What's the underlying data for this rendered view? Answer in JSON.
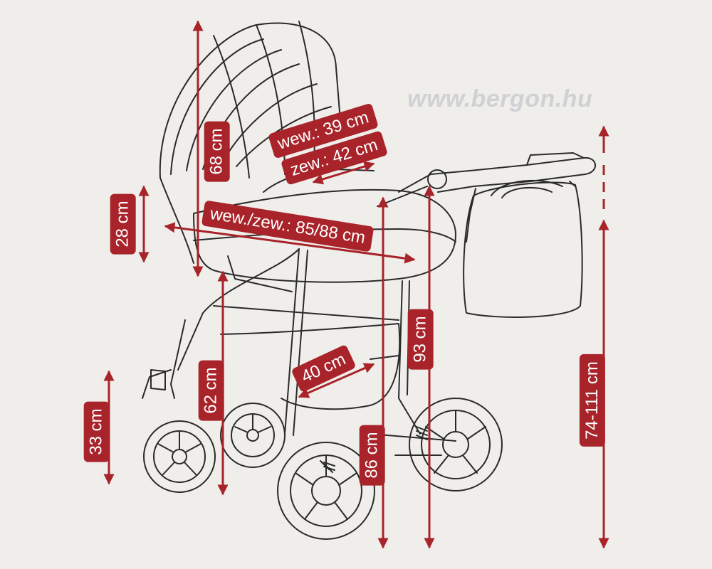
{
  "watermark": "www.bergon.hu",
  "colors": {
    "accent": "#a8242a",
    "line": "#2a2a2a",
    "background": "#f0eeea",
    "watermark": "#cfd1d3"
  },
  "dimensions": {
    "hood_height": "68 cm",
    "inner_width": "wew.: 39 cm",
    "outer_width": "zew.: 42 cm",
    "body_depth": "28 cm",
    "length": "wew./zew.: 85/88 cm",
    "basket": "40 cm",
    "wheel_height": "33 cm",
    "seat_height": "62 cm",
    "bag_height": "93 cm",
    "frame_height": "86 cm",
    "handle_range": "74-111 cm"
  }
}
